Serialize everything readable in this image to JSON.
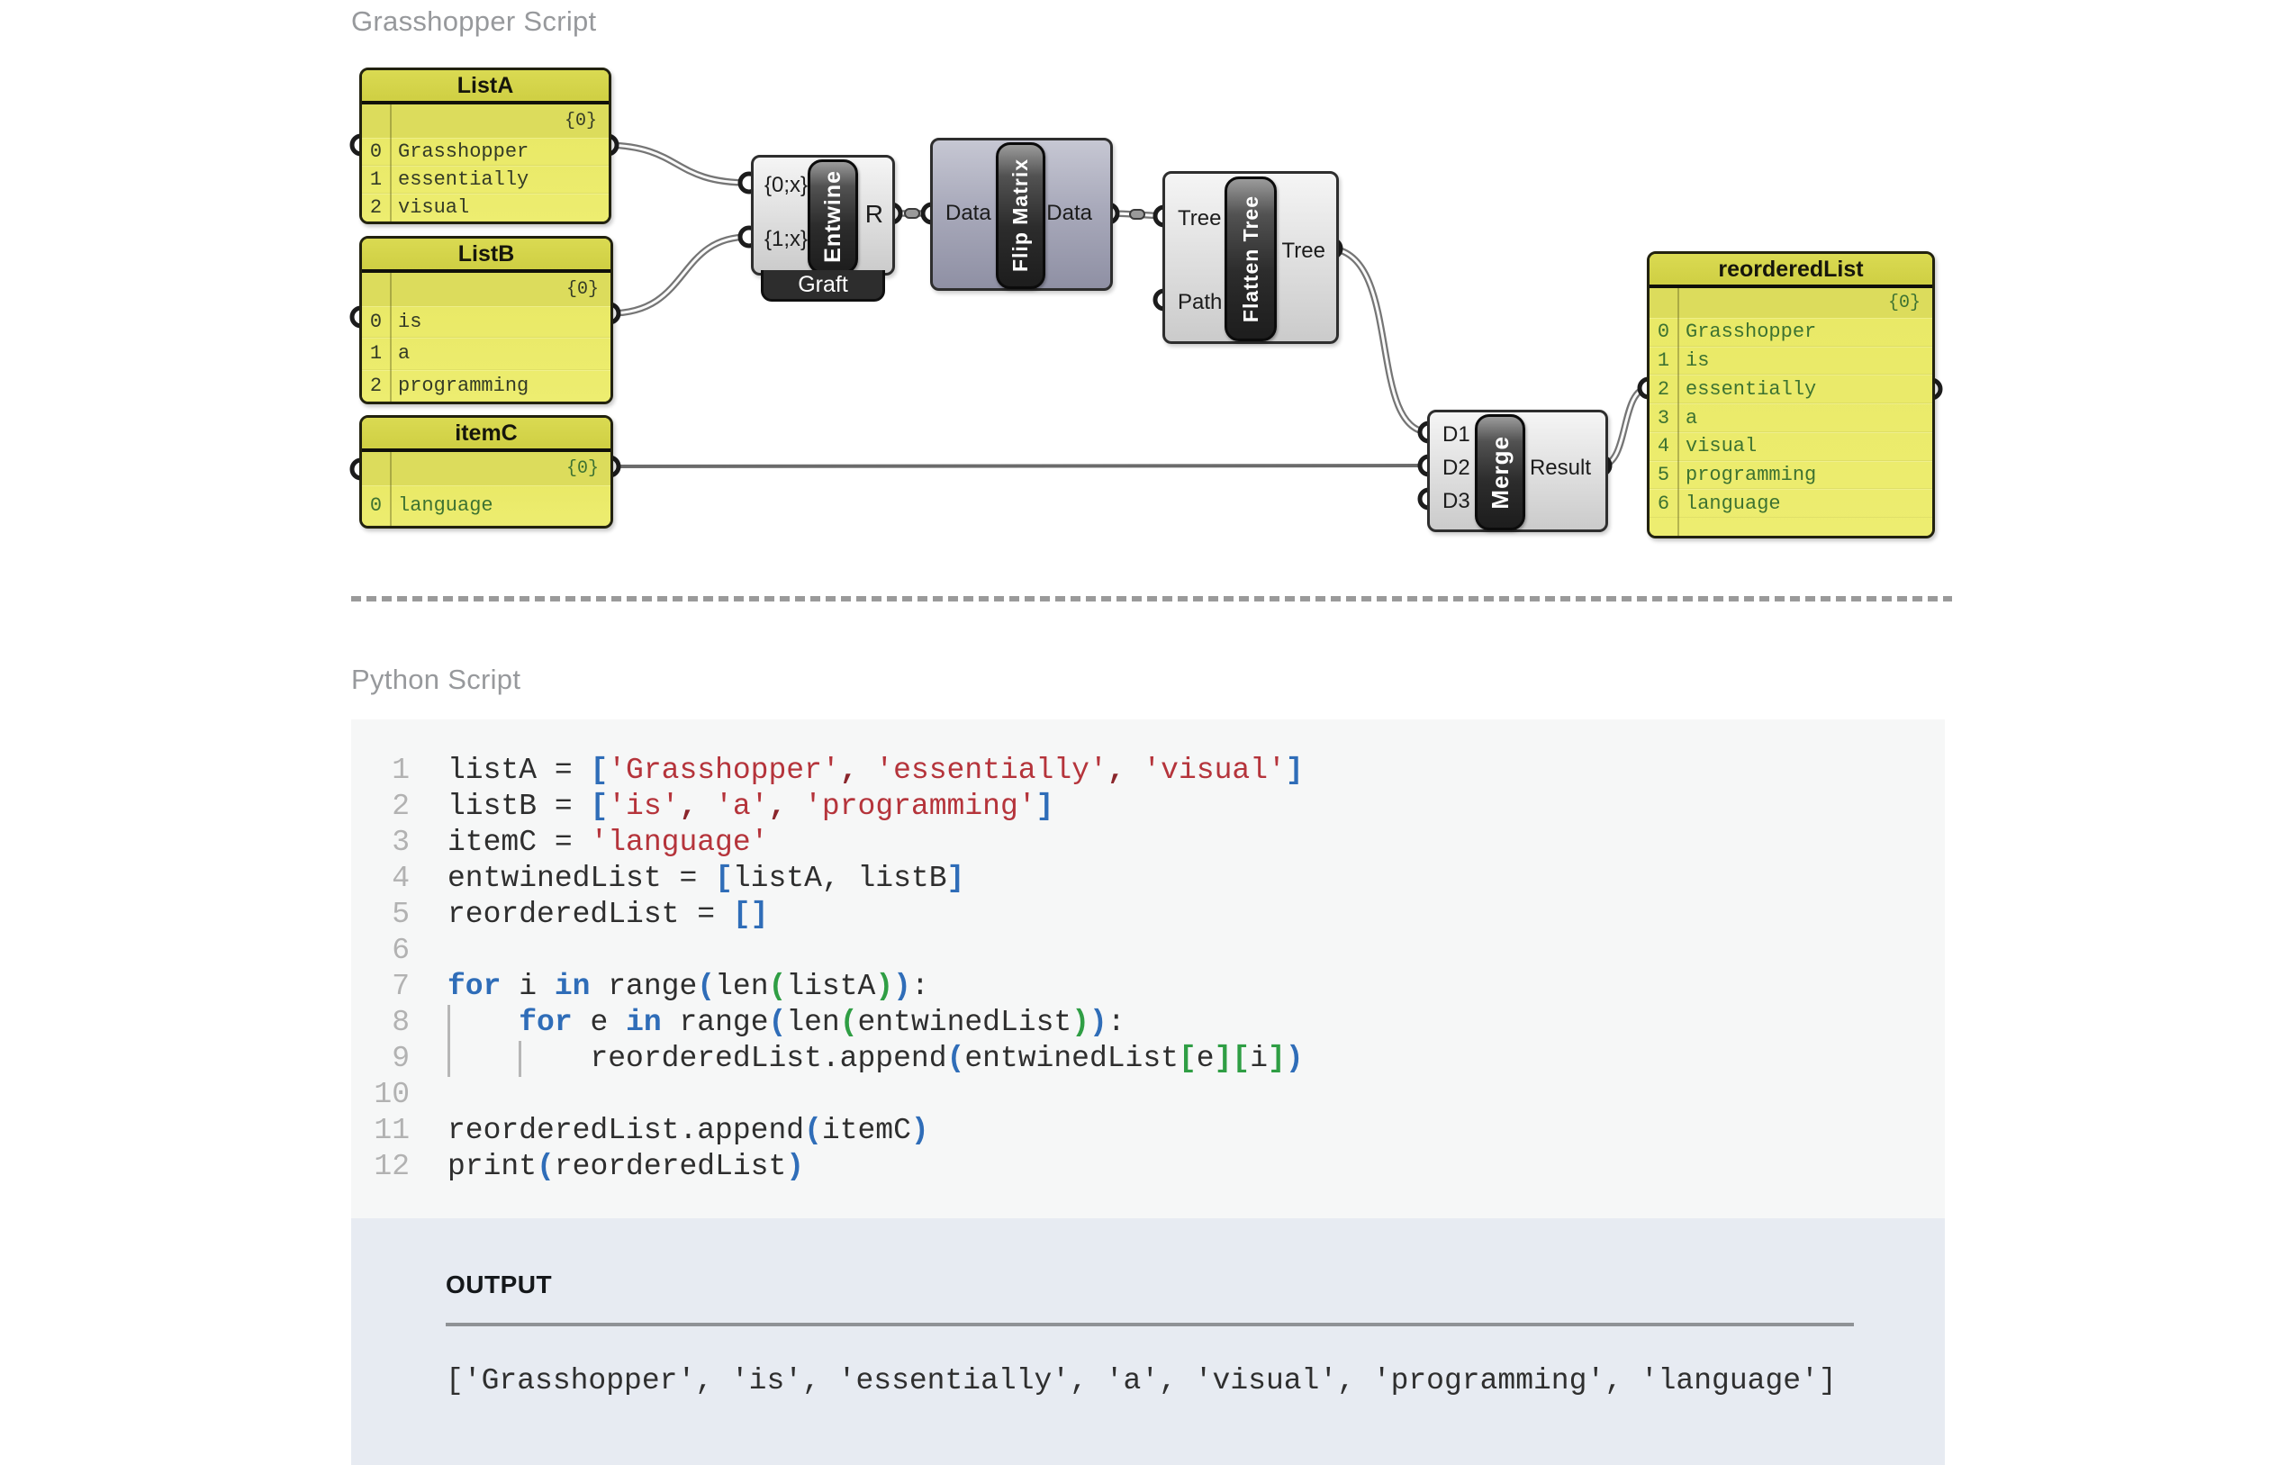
{
  "titles": {
    "gh": "Grasshopper Script",
    "py": "Python Script"
  },
  "colors": {
    "panel_yellow": "#ebeb6a",
    "panel_header": "#d3d348",
    "panel_text_dark": "#343b26",
    "panel_text_green": "#3d7231",
    "component_gray": "#e3e3e3",
    "flip_purple": "#a9aabb",
    "capsule_dark": "#2c2c2c",
    "wire_gray": "#757575",
    "string_red": "#b5343b",
    "keyword_blue": "#2f6db8",
    "bracket_green": "#2f9e44",
    "code_bg": "#f6f7f7",
    "output_bg": "#e7ebf2",
    "title_gray": "#97999c"
  },
  "gh": {
    "panels": [
      {
        "name": "ListA",
        "path": "{0}",
        "items": [
          {
            "i": "0",
            "v": "Grasshopper"
          },
          {
            "i": "1",
            "v": "essentially"
          },
          {
            "i": "2",
            "v": "visual"
          }
        ]
      },
      {
        "name": "ListB",
        "path": "{0}",
        "items": [
          {
            "i": "0",
            "v": "is"
          },
          {
            "i": "1",
            "v": "a"
          },
          {
            "i": "2",
            "v": "programming"
          }
        ]
      },
      {
        "name": "itemC",
        "path": "{0}",
        "items": [
          {
            "i": "0",
            "v": "language"
          }
        ]
      },
      {
        "name": "reorderedList",
        "path": "{0}",
        "items": [
          {
            "i": "0",
            "v": "Grasshopper"
          },
          {
            "i": "1",
            "v": "is"
          },
          {
            "i": "2",
            "v": "essentially"
          },
          {
            "i": "3",
            "v": "a"
          },
          {
            "i": "4",
            "v": "visual"
          },
          {
            "i": "5",
            "v": "programming"
          },
          {
            "i": "6",
            "v": "language"
          }
        ]
      }
    ],
    "components": [
      {
        "label": "Entwine",
        "tab": "Graft",
        "inputs": [
          "{0;x}",
          "{1;x}"
        ],
        "outputs": [
          "R"
        ]
      },
      {
        "label": "Flip Matrix",
        "inputs": [
          "Data"
        ],
        "outputs": [
          "Data"
        ]
      },
      {
        "label": "Flatten Tree",
        "inputs": [
          "Tree",
          "Path"
        ],
        "outputs": [
          "Tree"
        ]
      },
      {
        "label": "Merge",
        "inputs": [
          "D1",
          "D2",
          "D3"
        ],
        "outputs": [
          "Result"
        ]
      }
    ]
  },
  "code": {
    "lines": [
      {
        "n": "1",
        "t": [
          [
            "listA = ",
            "d"
          ],
          [
            "[",
            "b"
          ],
          [
            "'Grasshopper'",
            "s"
          ],
          [
            ", ",
            "c"
          ],
          [
            "'essentially'",
            "s"
          ],
          [
            ", ",
            "c"
          ],
          [
            "'visual'",
            "s"
          ],
          [
            "]",
            "b"
          ]
        ]
      },
      {
        "n": "2",
        "t": [
          [
            "listB = ",
            "d"
          ],
          [
            "[",
            "b"
          ],
          [
            "'is'",
            "s"
          ],
          [
            ", ",
            "c"
          ],
          [
            "'a'",
            "s"
          ],
          [
            ", ",
            "c"
          ],
          [
            "'programming'",
            "s"
          ],
          [
            "]",
            "b"
          ]
        ]
      },
      {
        "n": "3",
        "t": [
          [
            "itemC = ",
            "d"
          ],
          [
            "'language'",
            "s"
          ]
        ]
      },
      {
        "n": "4",
        "t": [
          [
            "entwinedList = ",
            "d"
          ],
          [
            "[",
            "b"
          ],
          [
            "listA, listB",
            "d"
          ],
          [
            "]",
            "b"
          ]
        ]
      },
      {
        "n": "5",
        "t": [
          [
            "reorderedList = ",
            "d"
          ],
          [
            "[]",
            "b"
          ]
        ]
      },
      {
        "n": "6",
        "t": []
      },
      {
        "n": "7",
        "t": [
          [
            "for",
            "k"
          ],
          [
            " i ",
            "d"
          ],
          [
            "in",
            "k"
          ],
          [
            " range",
            "d"
          ],
          [
            "(",
            "b"
          ],
          [
            "len",
            "d"
          ],
          [
            "(",
            "g"
          ],
          [
            "listA",
            "d"
          ],
          [
            ")",
            "g"
          ],
          [
            ")",
            "b"
          ],
          [
            ":",
            "d"
          ]
        ]
      },
      {
        "n": "8",
        "t": [
          [
            " ",
            "gd"
          ],
          [
            "   ",
            "d"
          ],
          [
            "for",
            "k"
          ],
          [
            " e ",
            "d"
          ],
          [
            "in",
            "k"
          ],
          [
            " range",
            "d"
          ],
          [
            "(",
            "b"
          ],
          [
            "len",
            "d"
          ],
          [
            "(",
            "g"
          ],
          [
            "entwinedList",
            "d"
          ],
          [
            ")",
            "g"
          ],
          [
            ")",
            "b"
          ],
          [
            ":",
            "d"
          ]
        ]
      },
      {
        "n": "9",
        "t": [
          [
            " ",
            "gd"
          ],
          [
            "   ",
            "d"
          ],
          [
            " ",
            "gd"
          ],
          [
            "   ",
            "d"
          ],
          [
            "reorderedList.append",
            "d"
          ],
          [
            "(",
            "b"
          ],
          [
            "entwinedList",
            "d"
          ],
          [
            "[",
            "g"
          ],
          [
            "e",
            "d"
          ],
          [
            "]",
            "g"
          ],
          [
            "[",
            "g"
          ],
          [
            "i",
            "d"
          ],
          [
            "]",
            "g"
          ],
          [
            ")",
            "b"
          ]
        ]
      },
      {
        "n": "10",
        "t": []
      },
      {
        "n": "11",
        "t": [
          [
            "reorderedList.append",
            "d"
          ],
          [
            "(",
            "b"
          ],
          [
            "itemC",
            "d"
          ],
          [
            ")",
            "b"
          ]
        ]
      },
      {
        "n": "12",
        "t": [
          [
            "print",
            "d"
          ],
          [
            "(",
            "b"
          ],
          [
            "reorderedList",
            "d"
          ],
          [
            ")",
            "b"
          ]
        ]
      }
    ]
  },
  "out": {
    "label": "OUTPUT",
    "text": "['Grasshopper', 'is', 'essentially', 'a', 'visual', 'programming', 'language']"
  }
}
